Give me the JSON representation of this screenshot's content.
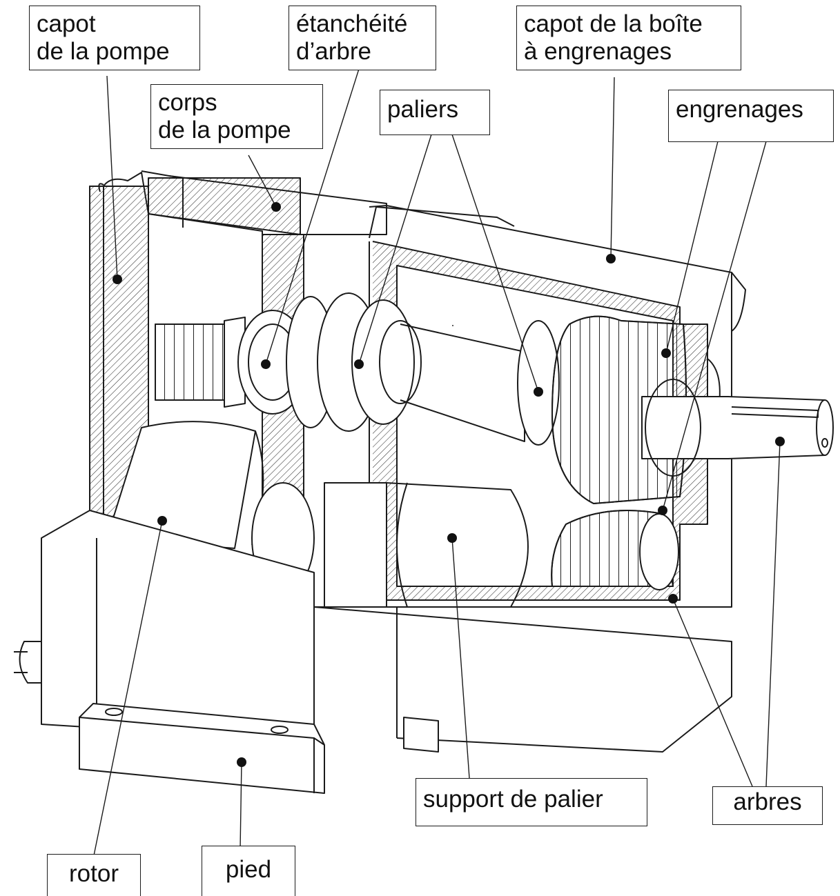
{
  "labels": {
    "capot_pompe": [
      "capot",
      "de la pompe"
    ],
    "corps_pompe": [
      "corps",
      "de la pompe"
    ],
    "etancheite": [
      "étanchéité",
      "d’arbre"
    ],
    "capot_boite": [
      "capot de la boîte",
      "à engrenages"
    ],
    "paliers": "paliers",
    "engrenages": "engrenages",
    "support_palier": "support de palier",
    "arbres": "arbres",
    "rotor": "rotor",
    "pied": "pied"
  },
  "colors": {
    "line": "#1a1a1a",
    "hatch": "#333333",
    "background": "#ffffff"
  }
}
